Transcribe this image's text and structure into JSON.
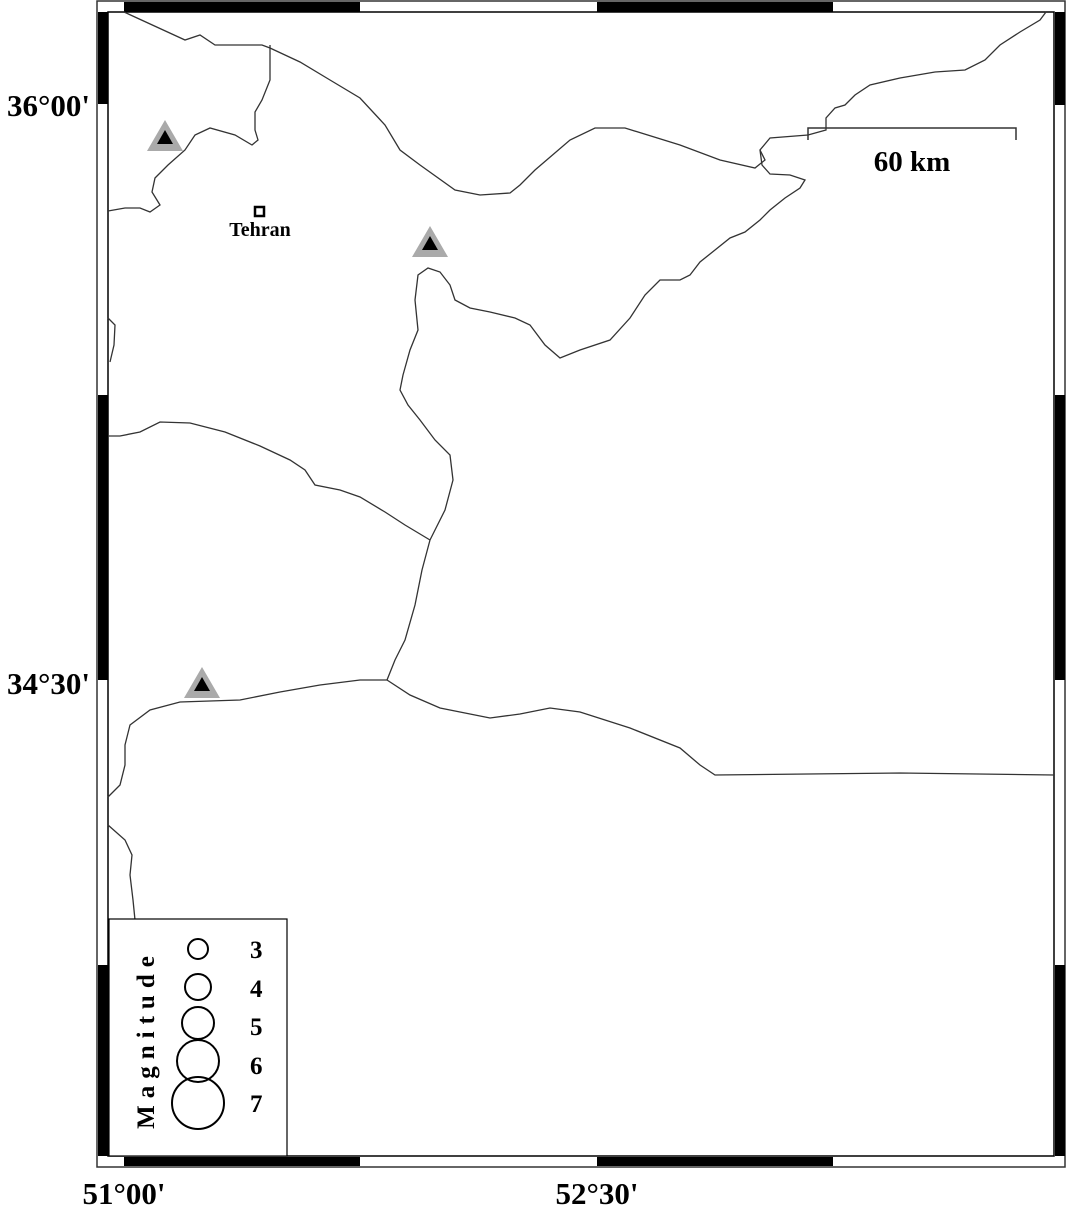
{
  "map": {
    "axis_labels": {
      "left": [
        "36°00'",
        "34°30'"
      ],
      "bottom": [
        "51°00'",
        "52°30'"
      ]
    },
    "city": {
      "name": "Tehran"
    },
    "scale_bar": {
      "label": "60 km"
    },
    "stations": [
      "station-1",
      "station-2",
      "station-3"
    ],
    "legend": {
      "title": "Magnitude",
      "items": [
        "3",
        "4",
        "5",
        "6",
        "7"
      ]
    },
    "colors": {
      "border_line": "#333333",
      "station_outer": "#aaaaaa",
      "station_inner": "#000000",
      "frame": "#000000"
    }
  }
}
